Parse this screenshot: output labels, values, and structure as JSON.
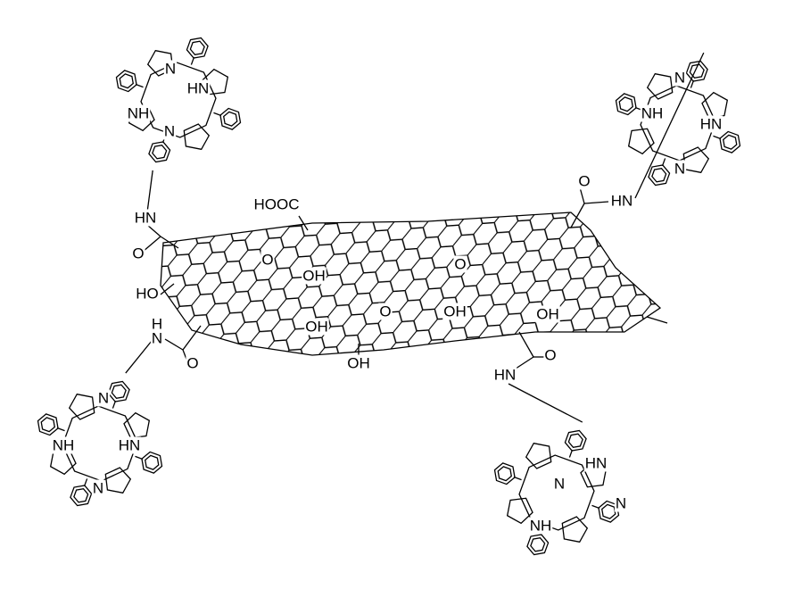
{
  "title": "Porphyrin-functionalized graphene oxide structure",
  "colors": {
    "ink": "#000000",
    "background": "#ffffff"
  },
  "labels": {
    "porphyrin_top_left": [
      "N",
      "HN",
      "NH",
      "N"
    ],
    "linker_top_left": [
      "HN",
      "O"
    ],
    "graphene": [
      "HOOC",
      "O",
      "OH",
      "HO",
      "O",
      "O",
      "OH",
      "OH",
      "OH",
      "OH"
    ],
    "linker_bottom_left": [
      "H",
      "N",
      "O"
    ],
    "linker_top_right": [
      "O",
      "HN"
    ],
    "porphyrin_top_right": [
      "N",
      "NH",
      "HN",
      "N"
    ],
    "porphyrin_bottom_left": [
      "N",
      "NH",
      "HN",
      "N"
    ],
    "linker_bottom_right": [
      "O",
      "HN"
    ],
    "porphyrin_bottom_right": [
      "HN",
      "N",
      "N",
      "NH"
    ]
  }
}
